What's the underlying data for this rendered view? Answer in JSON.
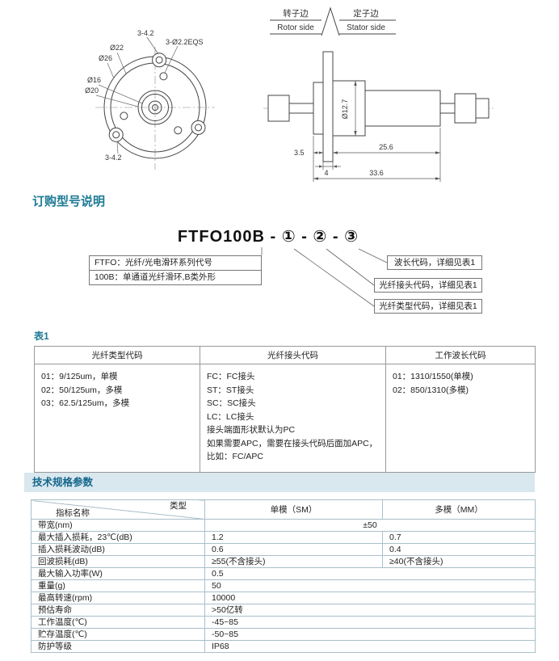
{
  "front_view": {
    "dim_top_slots": "3-4.2",
    "dim_holes": "3-Ø2.2EQS",
    "dim_d22": "Ø22",
    "dim_d26": "Ø26",
    "dim_d16": "Ø16",
    "dim_d20": "Ø20",
    "dim_bottom_slots": "3-4.2"
  },
  "side_view": {
    "rotor_cn": "转子边",
    "rotor_en": "Rotor side",
    "stator_cn": "定子边",
    "stator_en": "Stator side",
    "dim_diameter": "Ø12.7",
    "dim_collar": "3.5",
    "dim_body": "25.6",
    "dim_flange": "4",
    "dim_total": "33.6"
  },
  "ordering": {
    "heading": "订购型号说明",
    "model": "FTFO100B - ① - ② - ③",
    "note_series": "FTFO：光纤/光电滑环系列代号",
    "note_base": "100B：单通道光纤滑环,B类外形",
    "note_wavelength": "波长代码，详细见表1",
    "note_connector": "光纤接头代码，详细见表1",
    "note_fiber_type": "光纤类型代码，详细见表1"
  },
  "table1": {
    "heading": "表1",
    "headers": [
      "光纤类型代码",
      "光纤接头代码",
      "工作波长代码"
    ],
    "fiber_types": [
      "01：9/125um，单模",
      "02：50/125um，多模",
      "03：62.5/125um，多模"
    ],
    "connectors": [
      "FC：FC接头",
      "ST：ST接头",
      "SC：SC接头",
      "LC：LC接头",
      "接头端面形状默认为PC",
      "如果需要APC，需要在接头代码后面加APC，",
      "比如：FC/APC"
    ],
    "wavelengths": [
      "01：1310/1550(单模)",
      "02：850/1310(多模)"
    ]
  },
  "specs": {
    "heading": "技术规格参数",
    "corner_top": "类型",
    "corner_bottom": "指标名称",
    "col_sm": "单模（SM）",
    "col_mm": "多模（MM）",
    "rows": [
      {
        "name": "带宽(nm)",
        "value": "±50"
      },
      {
        "name": "最大插入损耗，23℃(dB)",
        "sm": "1.2",
        "mm": "0.7"
      },
      {
        "name": "插入损耗波动(dB)",
        "sm": "0.6",
        "mm": "0.4"
      },
      {
        "name": "回波损耗(dB)",
        "sm": "≥55(不含接头)",
        "mm": "≥40(不含接头)"
      },
      {
        "name": "最大输入功率(W)",
        "value": "0.5"
      },
      {
        "name": "重量(g)",
        "value": "50"
      },
      {
        "name": "最高转速(rpm)",
        "value": "10000"
      },
      {
        "name": "预估寿命",
        "value": ">50亿转"
      },
      {
        "name": "工作温度(℃)",
        "value": "-45~85"
      },
      {
        "name": "贮存温度(℃)",
        "value": "-50~85"
      },
      {
        "name": "防护等级",
        "value": "IP68"
      }
    ]
  }
}
